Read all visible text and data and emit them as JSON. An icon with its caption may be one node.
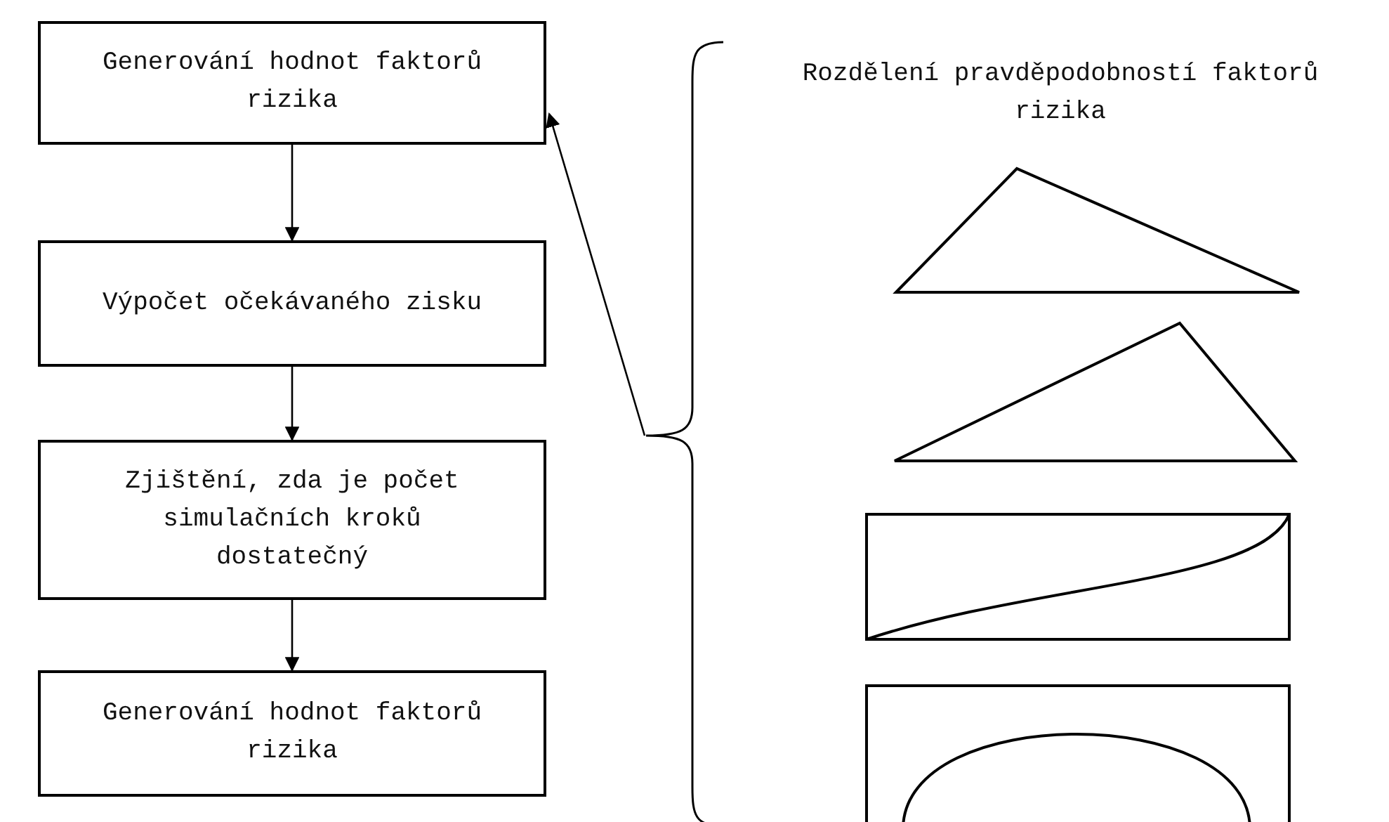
{
  "diagram": {
    "nodes": [
      {
        "text": [
          "Generování hodnot faktorů rizika"
        ]
      },
      {
        "text": [
          "Výpočet očekávaného zisku"
        ]
      },
      {
        "text": [
          "Zjištění, zda je počet simulačních kroků dostatečný"
        ]
      },
      {
        "text": [
          "Generování hodnot faktorů rizika"
        ]
      },
      {
        "text": [
          "Rozdělení pravděpodobností faktorů rizika"
        ]
      },
      {
        "text": [],
        "shape": "triangle",
        "in": 4
      },
      {
        "text": [],
        "shape": "triangle",
        "in": 4
      },
      {
        "text": [],
        "shape": "box",
        "in": 4
      },
      {
        "text": [],
        "shape": "box",
        "in": 4
      }
    ],
    "edges": [
      {
        "from": 0,
        "to": 1,
        "arrow": "to"
      },
      {
        "from": 1,
        "to": 2,
        "arrow": "to"
      },
      {
        "from": 2,
        "to": 3,
        "arrow": "to"
      },
      {
        "from": 4,
        "to": 0,
        "arrow": "to"
      }
    ]
  }
}
